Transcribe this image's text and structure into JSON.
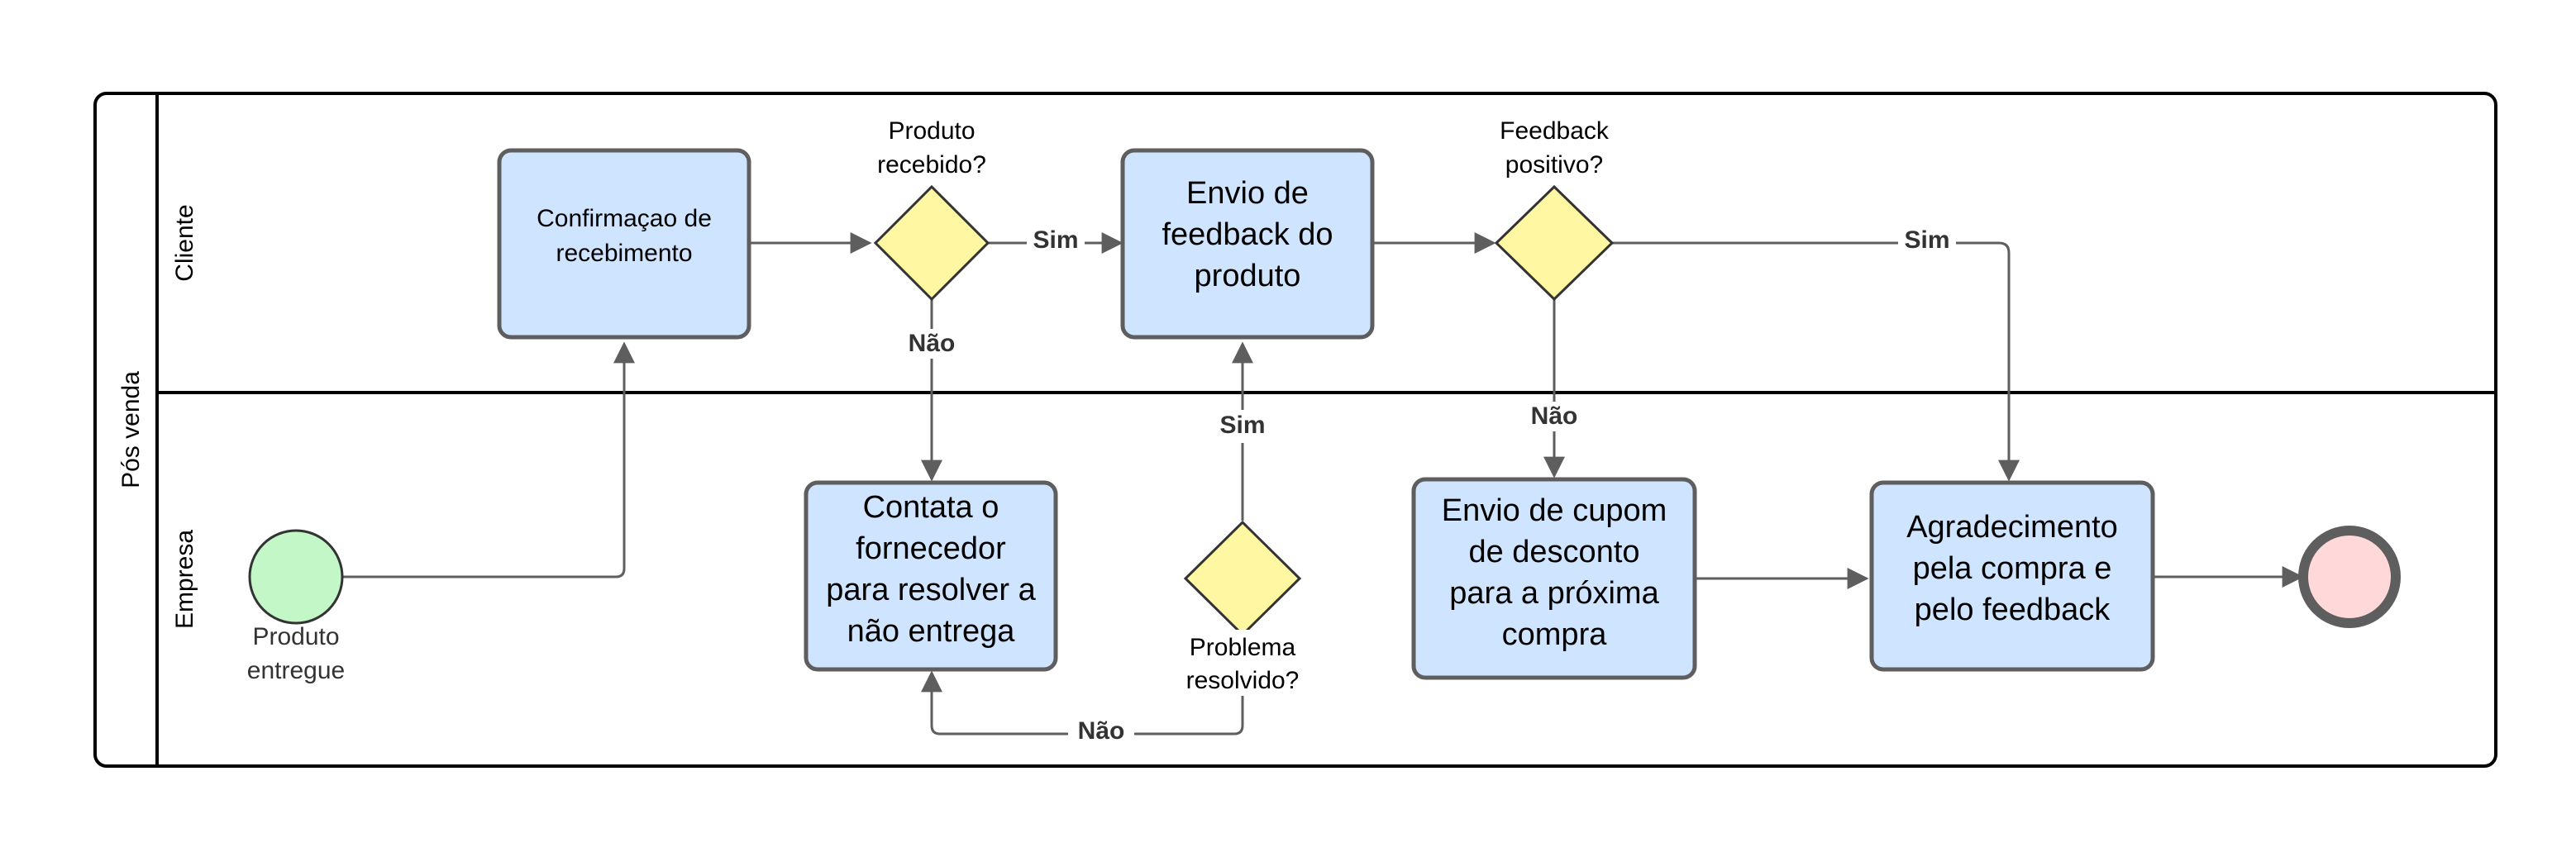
{
  "pool": {
    "title": "Pós venda"
  },
  "lanes": [
    {
      "id": "cliente",
      "title": "Cliente"
    },
    {
      "id": "empresa",
      "title": "Empresa"
    }
  ],
  "tasks": {
    "confirmacao": [
      "Confirmaçao de",
      "recebimento"
    ],
    "envio_feedback": [
      "Envio de",
      "feedback do",
      "produto"
    ],
    "contata": [
      "Contata o",
      "fornecedor",
      "para resolver a",
      "não entrega"
    ],
    "cupom": [
      "Envio de cupom",
      "de desconto",
      "para a próxima",
      "compra"
    ],
    "agradecimento": [
      "Agradecimento",
      "pela compra e",
      "pelo feedback"
    ]
  },
  "gateways": {
    "produto_recebido": [
      "Produto",
      "recebido?"
    ],
    "feedback_positivo": [
      "Feedback",
      "positivo?"
    ],
    "problema_resolvido": [
      "Problema",
      "resolvido?"
    ]
  },
  "events": {
    "start": [
      "Produto",
      "entregue"
    ]
  },
  "flow_labels": {
    "recebido_sim": "Sim",
    "recebido_nao": "Não",
    "feedback_sim": "Sim",
    "feedback_nao": "Não",
    "resolvido_sim": "Sim",
    "resolvido_nao": "Não"
  },
  "colors": {
    "task_fill": "#cfe4ff",
    "gateway_fill": "#fff7a1",
    "start_fill": "#c3f7c8",
    "end_fill": "#ffd9d9",
    "connector": "#5e5e5e"
  }
}
